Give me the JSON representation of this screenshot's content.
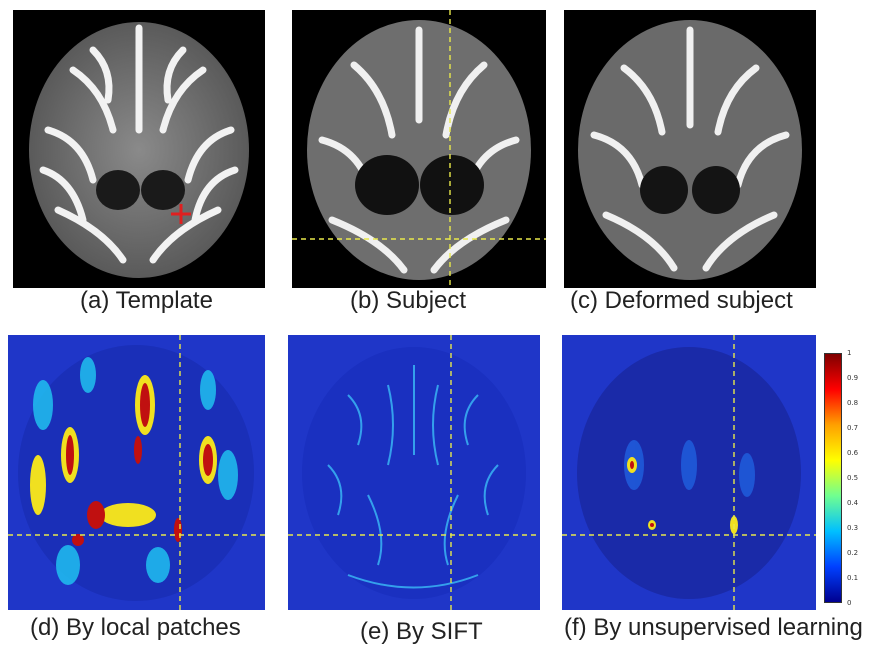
{
  "figure": {
    "panels": [
      {
        "id": "a",
        "caption": "(a) Template"
      },
      {
        "id": "b",
        "caption": "(b) Subject"
      },
      {
        "id": "c",
        "caption": "(c) Deformed subject"
      },
      {
        "id": "d",
        "caption": "(d) By local patches"
      },
      {
        "id": "e",
        "caption": "(e) By SIFT"
      },
      {
        "id": "f",
        "caption": "(f) By unsupervised learning"
      }
    ],
    "colorbar": {
      "ticks": [
        "1",
        "0.9",
        "0.8",
        "0.7",
        "0.6",
        "0.5",
        "0.4",
        "0.3",
        "0.2",
        "0.1",
        "0"
      ],
      "colors": [
        "#7f0000",
        "#ff0000",
        "#ffa000",
        "#ffff00",
        "#70ff90",
        "#00c0ff",
        "#0040ff",
        "#00008f"
      ]
    },
    "colors": {
      "marker": "#e02020",
      "crosshair": "#e8e84a",
      "heat_background": "#1f36c8"
    }
  }
}
